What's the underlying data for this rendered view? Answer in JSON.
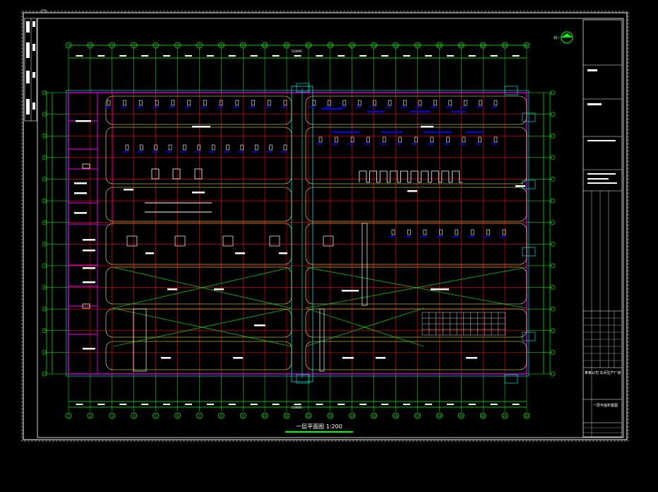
{
  "drawing": {
    "caption": "一层平面图 1:200",
    "overall_dimension_top": "150000",
    "overall_dimension_bottom": "150000",
    "north_label": "北"
  },
  "grid": {
    "column_labels": [
      "1",
      "2",
      "3",
      "4",
      "5",
      "6",
      "7",
      "8",
      "9",
      "10",
      "11",
      "12",
      "13",
      "14",
      "15",
      "16",
      "17",
      "18",
      "19",
      "20",
      "21",
      "22"
    ],
    "row_labels": [
      "A",
      "B",
      "C",
      "D",
      "E",
      "F",
      "G",
      "H",
      "J",
      "K",
      "L",
      "M",
      "N",
      "P"
    ]
  },
  "title_block": {
    "project_label": "某某公司 车间生产厂房",
    "drawing_title": "一层平面布置图"
  },
  "colors": {
    "background": "#000000",
    "frame": "#ffffff",
    "grid_line": "#ff0000",
    "dimension": "#00ff00",
    "partition": "#ff00ff",
    "aisle": "#ffff66",
    "equipment": "#0000ff",
    "column_marker": "#00ffff"
  }
}
